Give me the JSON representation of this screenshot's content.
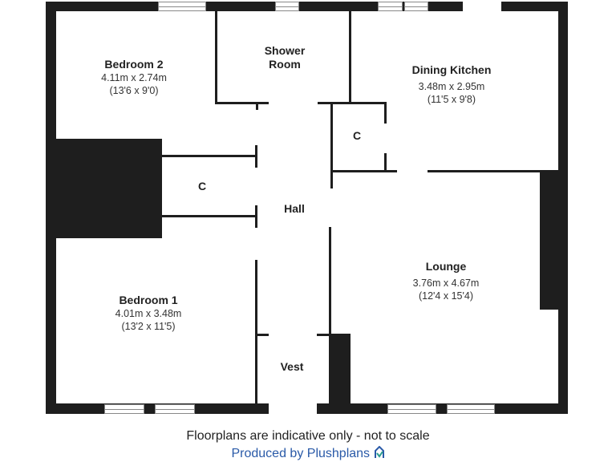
{
  "rooms": [
    {
      "name": "Bedroom 2",
      "metric": "4.11m x 2.74m",
      "imperial": "(13'6 x 9'0)"
    },
    {
      "name": "Shower Room"
    },
    {
      "name": "Dining Kitchen",
      "metric": "3.48m x 2.95m",
      "imperial": "(11'5 x 9'8)"
    },
    {
      "name": "C"
    },
    {
      "name": "C"
    },
    {
      "name": "Hall"
    },
    {
      "name": "Lounge",
      "metric": "3.76m x 4.67m",
      "imperial": "(12'4 x 15'4)"
    },
    {
      "name": "Bedroom 1",
      "metric": "4.01m x 3.48m",
      "imperial": "(13'2 x 11'5)"
    },
    {
      "name": "Vest"
    }
  ],
  "shower_line1": "Shower",
  "shower_line2": "Room",
  "footer": {
    "disclaimer": "Floorplans are indicative only - not to scale",
    "credit": "Produced by Plushplans",
    "credit_color": "#2a5aa8",
    "logo_color": "#2a9d8f"
  }
}
